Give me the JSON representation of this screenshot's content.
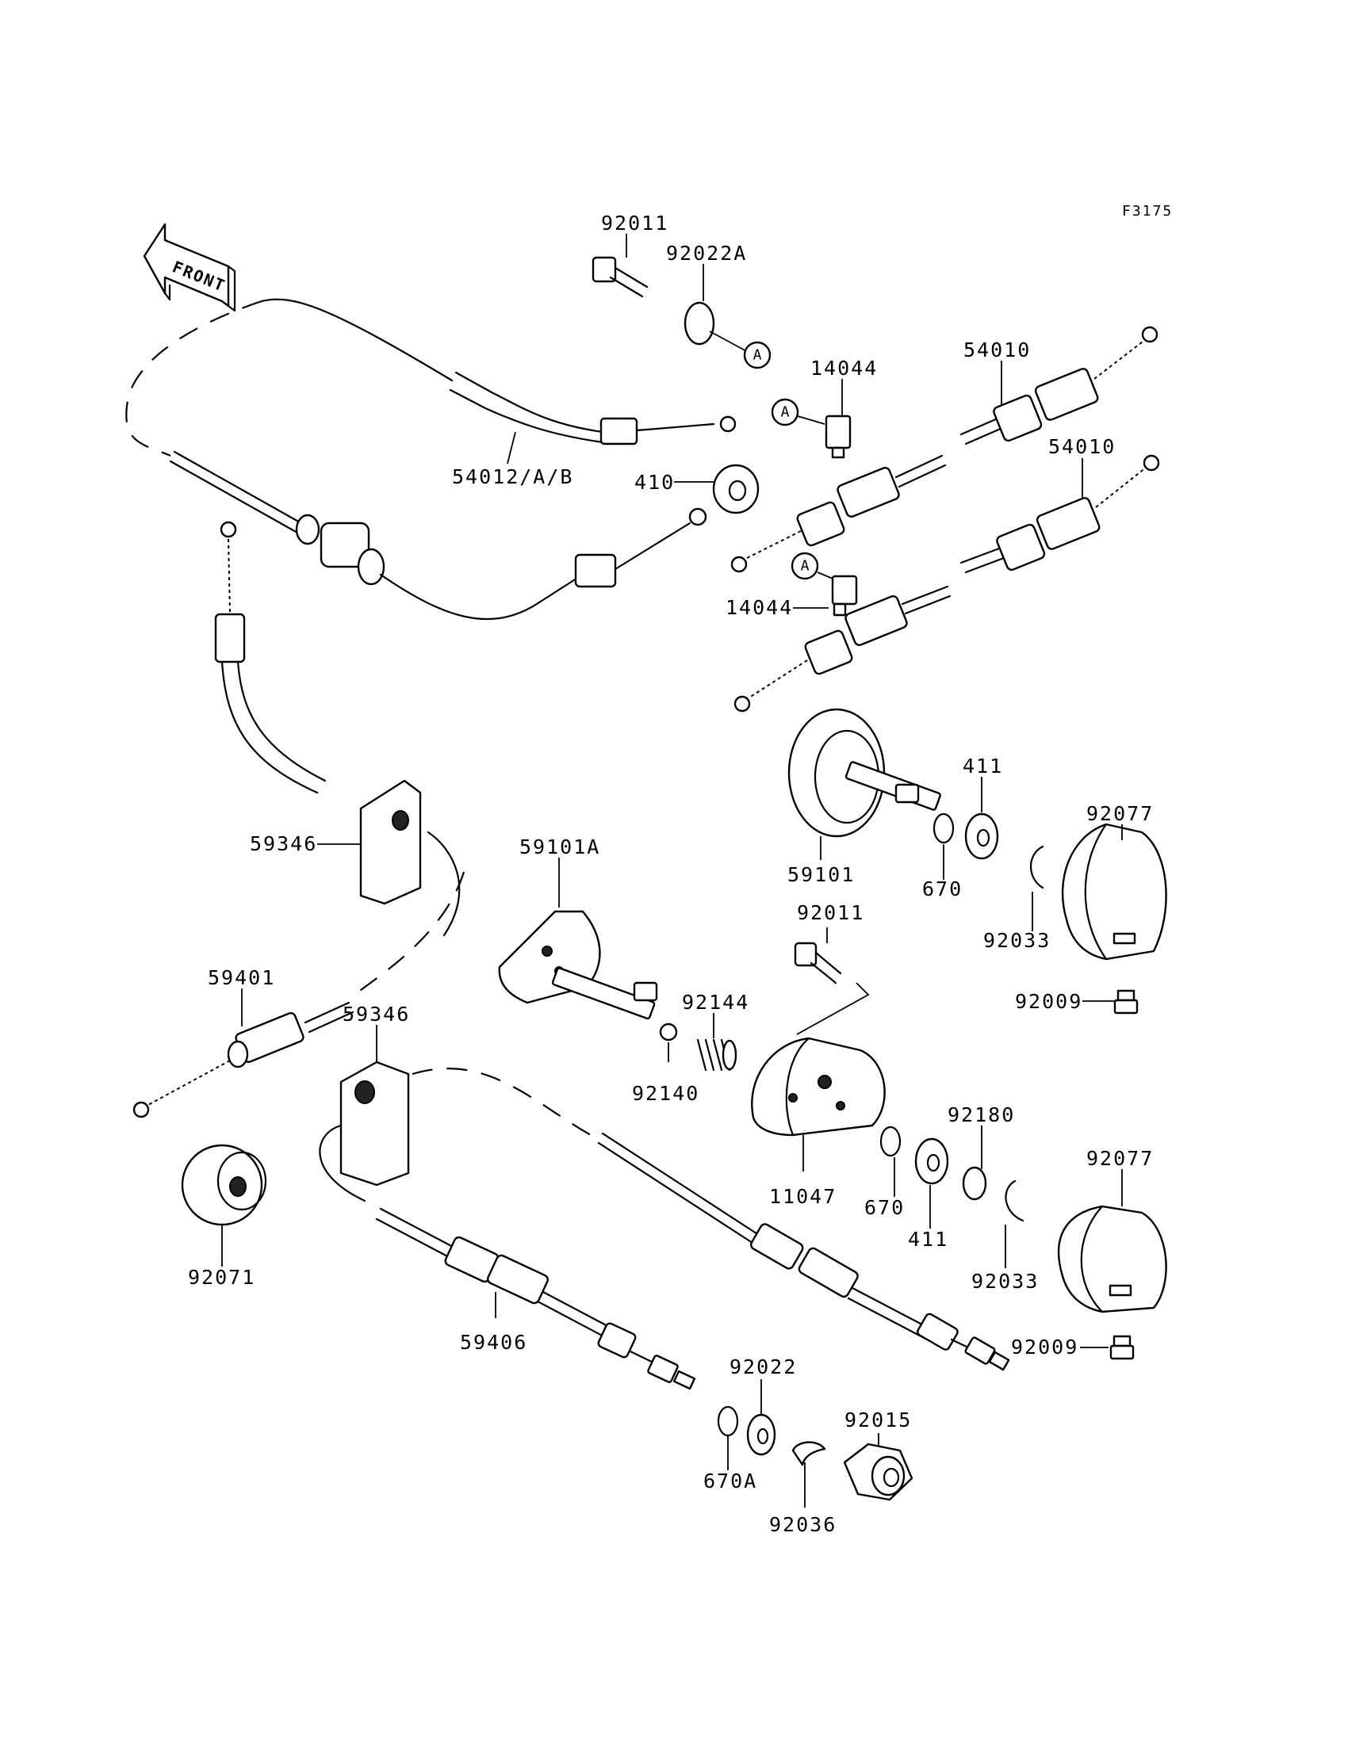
{
  "diagram_code": "F3175",
  "front_label": "FRONT",
  "callout_letter": "A",
  "labels": {
    "p92011_top": "92011",
    "p92022A": "92022A",
    "p14044_top": "14044",
    "p54010_top": "54010",
    "p54010_mid": "54010",
    "p54012": "54012/A/B",
    "p410": "410",
    "p14044_mid": "14044",
    "p411_top": "411",
    "p92077_top": "92077",
    "p59346_left": "59346",
    "p59101A": "59101A",
    "p59101": "59101",
    "p670_top": "670",
    "p92033_top": "92033",
    "p92011_mid": "92011",
    "p92009_top": "92009",
    "p59401": "59401",
    "p92144": "92144",
    "p59346_mid": "59346",
    "p92140": "92140",
    "p92180": "92180",
    "p92077_bot": "92077",
    "p11047": "11047",
    "p670_mid": "670",
    "p411_bot": "411",
    "p92033_bot": "92033",
    "p92071": "92071",
    "p59406": "59406",
    "p92009_bot": "92009",
    "p92022": "92022",
    "p92015": "92015",
    "p670A": "670A",
    "p92036": "92036"
  }
}
